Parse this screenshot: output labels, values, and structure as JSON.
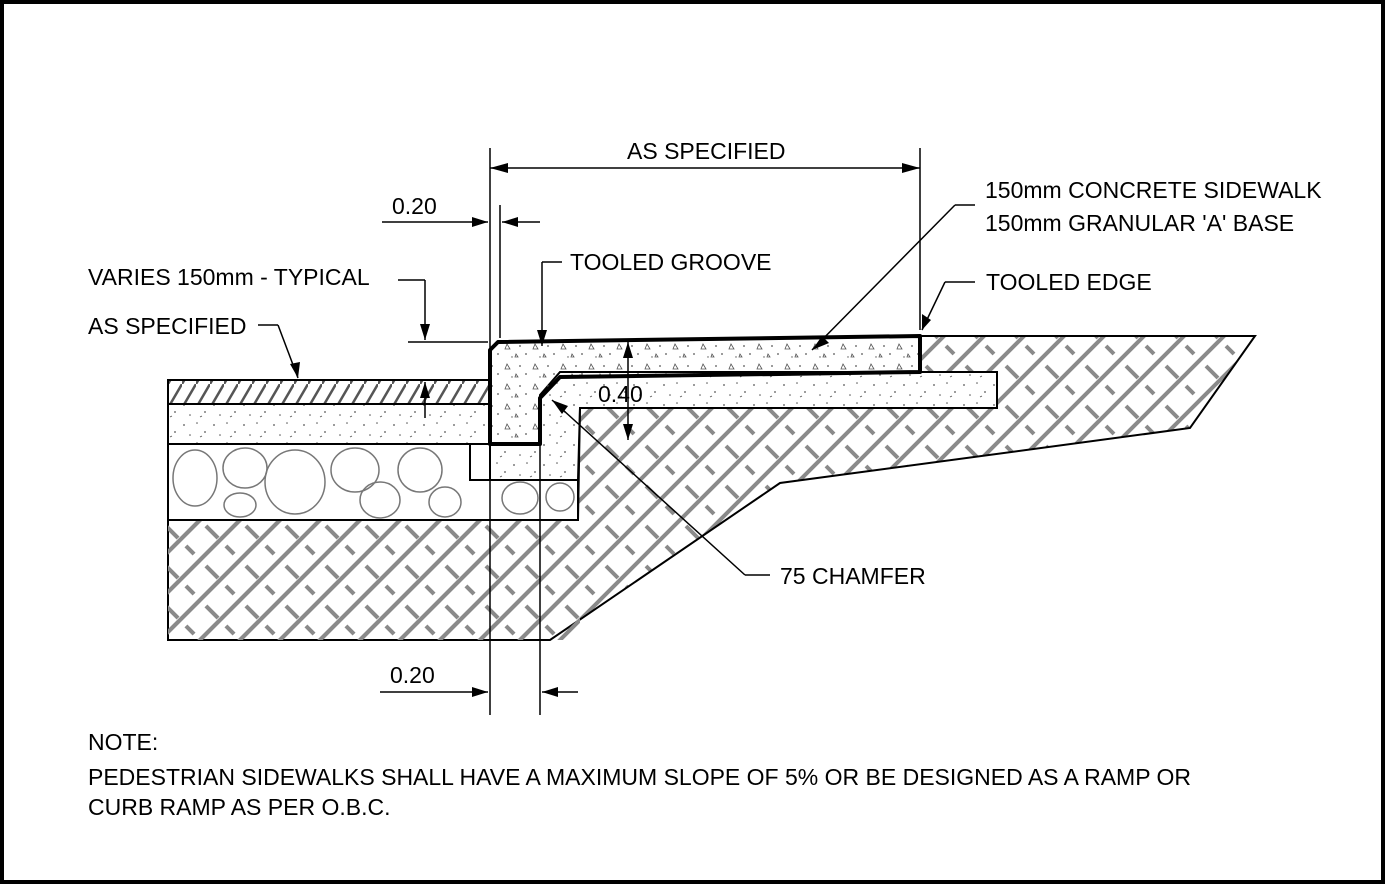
{
  "labels": {
    "as_specified_top": "AS SPECIFIED",
    "dim_020_top": "0.20",
    "concrete_sidewalk": "150mm CONCRETE SIDEWALK",
    "granular_base": "150mm GRANULAR 'A' BASE",
    "tooled_groove": "TOOLED GROOVE",
    "tooled_edge": "TOOLED EDGE",
    "varies_typical": "VARIES 150mm - TYPICAL",
    "as_specified_left": "AS SPECIFIED",
    "dim_040": "0.40",
    "chamfer": "75 CHAMFER",
    "dim_020_bottom": "0.20"
  },
  "note": {
    "heading": "NOTE:",
    "line1": "PEDESTRIAN SIDEWALKS SHALL HAVE A MAXIMUM SLOPE OF 5% OR BE DESIGNED AS A RAMP OR",
    "line2": "CURB RAMP AS PER O.B.C."
  },
  "colors": {
    "ink": "#000000",
    "hatch": "#8a8a8a",
    "paper": "#ffffff"
  }
}
